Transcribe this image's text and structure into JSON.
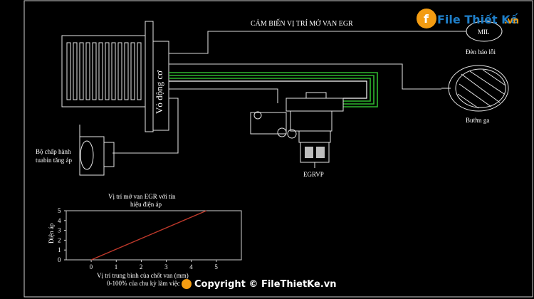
{
  "colors": {
    "background": "#000000",
    "line": "#d8d8d8",
    "egr_harness": "#2fb82f",
    "plot_line": "#c0392b",
    "logo_blue": "#1f7fc9",
    "logo_orange": "#f39c12"
  },
  "diagram": {
    "title": "CẢM BIẾN VỊ TRÍ MỞ VAN EGR",
    "engine_body_label": "Vỏ động cơ",
    "mil_label": "MIL",
    "mil_caption": "Đèn báo lỗi",
    "throttle_caption": "Bướm ga",
    "egrvp_label": "EGRVP",
    "turbo_actuator_label": [
      "Bộ chấp hành",
      "tuabin tăng áp"
    ]
  },
  "chart_data": {
    "type": "line",
    "title": [
      "Vị trí mở van EGR với tín",
      "hiệu điện áp"
    ],
    "xlabel": [
      "Vị trí trung bình của chốt van (mm)",
      "0-100% của chu kỳ làm việc"
    ],
    "ylabel": "Điện áp",
    "xlim": [
      -1,
      6
    ],
    "ylim": [
      0,
      5
    ],
    "xticks": [
      0,
      1,
      2,
      3,
      4,
      5
    ],
    "yticks": [
      0,
      1,
      2,
      3,
      4,
      5
    ],
    "series": [
      {
        "x": [
          0,
          4.6
        ],
        "y": [
          0,
          5
        ]
      }
    ]
  },
  "watermark": {
    "logo_text": "File Thiết Kế",
    "logo_suffix": ".vn",
    "copyright": "Copyright © FileThietKe.vn"
  }
}
